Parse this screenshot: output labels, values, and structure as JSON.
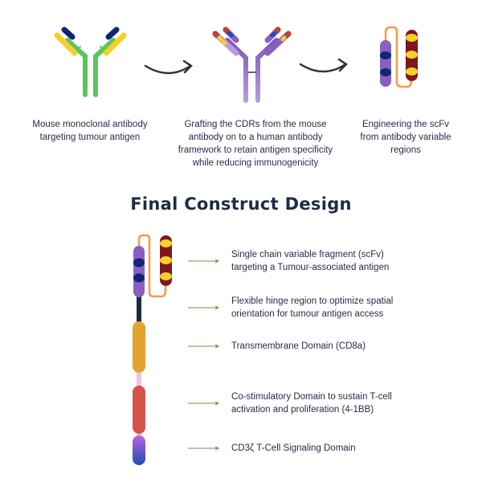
{
  "steps": [
    {
      "caption": [
        "Mouse monoclonal antibody",
        "targeting tumour antigen"
      ]
    },
    {
      "caption": [
        "Grafting the CDRs from the mouse",
        "antibody on to a human antibody",
        "framework to retain antigen specificity",
        "while reducing immunogenicity"
      ]
    },
    {
      "caption": [
        "Engineering the scFv",
        "from antibody variable",
        "regions"
      ]
    }
  ],
  "title": "Final Construct Design",
  "construct": [
    {
      "label": [
        "Single chain variable fragment (scFv)",
        "targeting a Tumour-associated antigen"
      ]
    },
    {
      "label": [
        "Flexible hinge region to optimize spatial",
        "orientation for tumour antigen access"
      ]
    },
    {
      "label": [
        "Transmembrane Domain (CD8a)"
      ]
    },
    {
      "label": [
        "Co-stimulatory Domain to sustain T-cell",
        "activation and proliferation (4-1BB)"
      ]
    },
    {
      "label": [
        "CD3ζ T-Cell Signaling Domain"
      ]
    }
  ],
  "colors": {
    "text": "#1f2b45",
    "arrow": "#5a9a4a",
    "green": "#5cc45c",
    "purple": "#8a5fc0",
    "navy": "#14237a",
    "yellow": "#f5cf2a",
    "maroon": "#7e1620",
    "orange": "#f59a4a",
    "gold": "#e3a32e",
    "red": "#d5544a",
    "pink": "#e8c6e0"
  }
}
